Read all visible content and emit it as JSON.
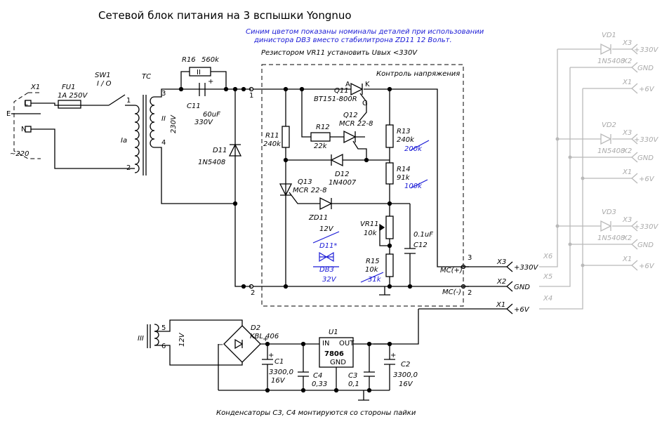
{
  "title": "Сетевой блок питания на 3 вспышки Yongnuo",
  "notes": {
    "blue_line1": "Синим цветом показаны номиналы деталей при использовании",
    "blue_line2": "динистора DB3 вместо стабилитрона ZD11 12 Вольт.",
    "vr11": "Резистором VR11 установить  Uвых <330V",
    "bottom": "Конденсаторы С3, С4 монтируются со стороны пайки",
    "box": "Контроль напряжения"
  },
  "colors": {
    "wire": "#000000",
    "alt": "#1a1ad6",
    "outputs": "#b9b9b9"
  },
  "labels": {
    "x1": "X1",
    "fu1": "FU1",
    "fu1_val": "1A 250V",
    "sw1": "SW1",
    "sw1_io": "I / O",
    "l": "L",
    "e": "E",
    "n": "N",
    "mains": "~220",
    "tc": "TC",
    "pin1": "1",
    "pin2": "2",
    "pin3": "3",
    "pin4": "4",
    "pin5": "5",
    "pin6": "6",
    "wI": "Ia",
    "wII": "II",
    "wIII": "III",
    "v230": "230V",
    "v12": "12V",
    "r16": "R16",
    "r16_val": "560k",
    "c11": "C11",
    "c11_val": "60uF",
    "c11_v": "330V",
    "d11": "D11",
    "d11_val": "1N5408",
    "node1": "1",
    "node2": "2",
    "node3": "3",
    "node2b": "2",
    "q11": "Q11",
    "q11_val": "BT151-800R",
    "a": "A",
    "kk": "K",
    "gg": "G",
    "q12": "Q12",
    "q12_val": "MCR 22-8",
    "r12": "R12",
    "r12_val": "22k",
    "r11": "R11",
    "r11_val": "240k",
    "d12": "D12",
    "d12_val": "1N4007",
    "q13": "Q13",
    "q13_val": "MCR 22-8",
    "zd11": "ZD11",
    "zd11_val": "12V",
    "d11s": "D11*",
    "db3": "DB3",
    "db3_v": "32V",
    "r13": "R13",
    "r13_val": "240k",
    "r13_alt": "200k",
    "r14": "R14",
    "r14_val": "91k",
    "r14_alt": "100k",
    "vr11": "VR11",
    "vr11_val": "10k",
    "c12": "C12",
    "c12_val": "0.1uF",
    "r15": "R15",
    "r15_val": "10k",
    "r15_alt": "31k",
    "mcp": "MC(+)",
    "mcm": "MC(-)",
    "x3": "X3",
    "x3v": "+330V",
    "x2": "X2",
    "x2v": "GND",
    "x1o": "X1",
    "x1v": "+6V",
    "d2": "D2",
    "d2_val": "KBL 406",
    "u1": "U1",
    "u1_val": "7806",
    "in": "IN",
    "out": "OUT",
    "gnd": "GND",
    "c1": "C1",
    "c1_val": "3300,0",
    "c1_v": "16V",
    "c4": "C4",
    "c4_val": "0,33",
    "c3": "C3",
    "c3_val": "0,1",
    "c2": "C2",
    "c2_val": "3300,0",
    "c2_v": "16V"
  },
  "outputs": {
    "x6": "X6",
    "x5": "X5",
    "x4": "X4",
    "groups": [
      {
        "vd": "VD1",
        "diode": "1N5408",
        "x3": "X3",
        "v330": "+330V",
        "x2": "X2",
        "gnd": "GND",
        "x1": "X1",
        "v6": "+6V"
      },
      {
        "vd": "VD2",
        "diode": "1N5408",
        "x3": "X3",
        "v330": "+330V",
        "x2": "X2",
        "gnd": "GND",
        "x1": "X1",
        "v6": "+6V"
      },
      {
        "vd": "VD3",
        "diode": "1N5408",
        "x3": "X3",
        "v330": "+330V",
        "x2": "X2",
        "gnd": "GND",
        "x1": "X1",
        "v6": "+6V"
      }
    ]
  }
}
